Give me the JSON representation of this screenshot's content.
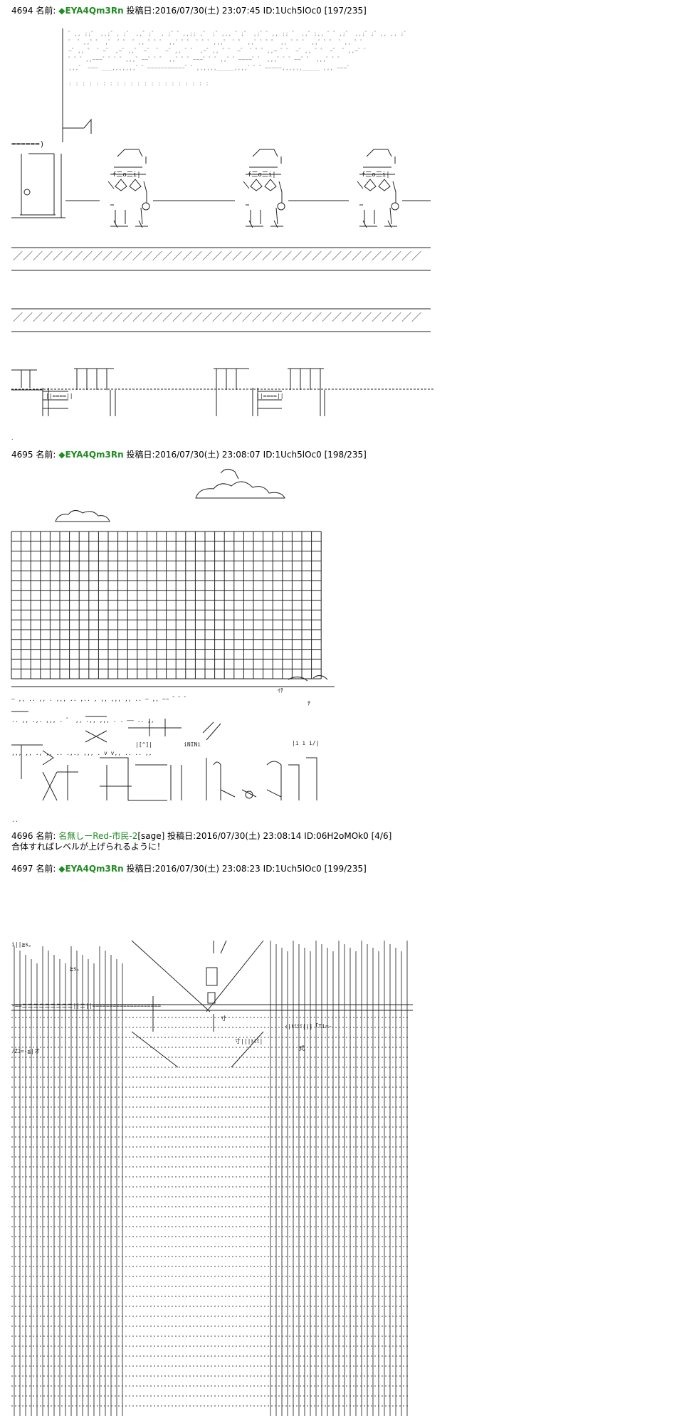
{
  "posts": [
    {
      "number": "4694",
      "name_label": "名前:",
      "name": "◆EYA4Qm3Rn",
      "posted_label": "投稿日:",
      "date": "2016/07/30(土) 23:07:45",
      "id": "ID:1Uch5lOc0",
      "counter": "[197/235]"
    },
    {
      "number": "4695",
      "name_label": "名前:",
      "name": "◆EYA4Qm3Rn",
      "posted_label": "投稿日:",
      "date": "2016/07/30(土) 23:08:07",
      "id": "ID:1Uch5lOc0",
      "counter": "[198/235]"
    },
    {
      "number": "4696",
      "name_label": "名前:",
      "name": "名無しーRed-市民-2",
      "mail": "[sage]",
      "posted_label": "投稿日:",
      "date": "2016/07/30(土) 23:08:14",
      "id": "ID:06H2oMOk0",
      "counter": "[4/6]",
      "body": "合体すればレベルが上げられるように！"
    },
    {
      "number": "4697",
      "name_label": "名前:",
      "name": "◆EYA4Qm3Rn",
      "posted_label": "投稿日:",
      "date": "2016/07/30(土) 23:08:23",
      "id": "ID:1Uch5lOc0",
      "counter": "[199/235]"
    }
  ],
  "art": {
    "fence": "======)",
    "robot_text": "f三o三i|",
    "counter_text": "||====||",
    "signs": [
      "iNINi",
      "|[^]|",
      "|i i i/|",
      "ｲﾁ",
      "ﾁ"
    ],
    "hatch": "／／／／／／／／／／／／／／／／／／／／／／／／／／／／／／／／／／／／／／／／／",
    "store_rules": "-==ニニニニニニニニニ||ニ||====================",
    "store_signs": [
      "ｨ|ﾄﾐﾐﾐ|||「Ti=-",
      "寸|||ﾄﾐﾐ|",
      "i||≧s。",
      "ﾉZﾕ=-≦|オ",
      "≧s。",
      "寸",
      "式"
    ]
  }
}
